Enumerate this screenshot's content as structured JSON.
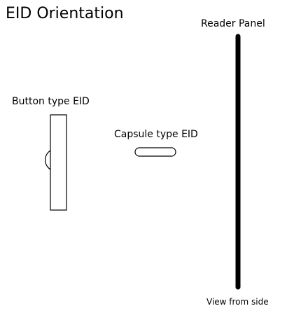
{
  "title": "EID Orientation",
  "labels": {
    "reader_panel": "Reader Panel",
    "button_eid": "Button type EID",
    "capsule_eid": "Capsule type EID",
    "view": "View from side"
  },
  "colors": {
    "stroke": "#000000",
    "background": "#ffffff"
  }
}
